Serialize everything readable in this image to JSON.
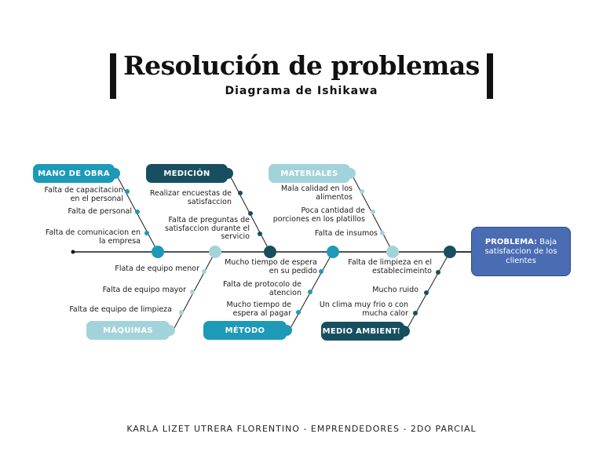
{
  "header": {
    "title": "Resolución de problemas",
    "subtitle": "Diagrama de Ishikawa"
  },
  "problem": {
    "label": "PROBLEMA:",
    "text": "Baja satisfaccion de los clientes"
  },
  "categories": {
    "mano_de_obra": {
      "name": "MANO DE OBRA",
      "causes": [
        "Falta de capacitacion\nen el personal",
        "Falta de personal",
        "Falta de comunicacion en\nla empresa"
      ]
    },
    "medicion": {
      "name": "MEDICIÓN",
      "causes": [
        "Realizar encuestas de\nsatisfaccion",
        "Falta de preguntas de\nsatisfaccion durante el\nservicio"
      ]
    },
    "materiales": {
      "name": "MATERIALES",
      "causes": [
        "Mala calidad en los\nalimentos",
        "Poca cantidad de\nporciones en los platillos",
        "Falta de insumos"
      ]
    },
    "maquinas": {
      "name": "MÁQUINAS",
      "causes": [
        "Flata de equipo menor",
        "Falta de equipo mayor",
        "Falta  de equipo de limpieza"
      ]
    },
    "metodo": {
      "name": "MÉTODO",
      "causes": [
        "Mucho tiempo de espera\nen su pedido",
        "Falta de protocolo de\natencion",
        "Mucho tiempo de\nespera  al pagar"
      ]
    },
    "medio_ambiente": {
      "name": "MEDIO AMBIENTE",
      "causes": [
        "Falta de limpieza en el\nestablecimeinto",
        "Mucho ruido",
        "Un clima  muy frio o con\nmucha calor"
      ]
    }
  },
  "footer": "KARLA LIZET UTRERA FLORENTINO - EMPRENDEDORES - 2DO PARCIAL",
  "colors": {
    "teal": "#1d9ab8",
    "navy": "#174f61",
    "light": "#a3d3da",
    "problem_box": "#4a6cb3"
  }
}
